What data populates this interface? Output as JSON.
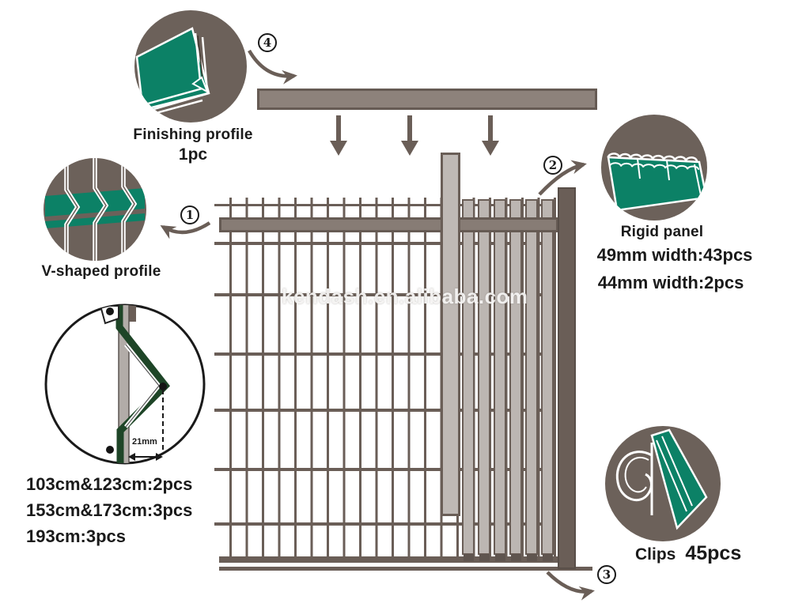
{
  "watermark": "kendash.en.alibaba.com",
  "step_markers": {
    "step1": "1",
    "step2": "2",
    "step3": "3",
    "step4": "4"
  },
  "finishing_profile": {
    "label": "Finishing profile",
    "qty": "1pc"
  },
  "v_shaped_profile": {
    "label": "V-shaped profile"
  },
  "rigid_panel": {
    "label": "Rigid panel",
    "spec_49": "49mm width:43pcs",
    "spec_44": "44mm width:2pcs"
  },
  "vertical_profile_heights": {
    "line1": "103cm&123cm:2pcs",
    "line2": "153cm&173cm:3pcs",
    "line3": "193cm:3pcs"
  },
  "clips": {
    "label": "Clips",
    "qty": "45pcs"
  },
  "detail": {
    "dimension": "21mm"
  },
  "colors": {
    "accent_green": "#0C8166",
    "dark_green": "#1E4527",
    "steel_brown": "#6A5E57",
    "circle_background": "#6C615A",
    "slat_gray": "#BCB6B2",
    "rail_gray": "#877C75"
  }
}
